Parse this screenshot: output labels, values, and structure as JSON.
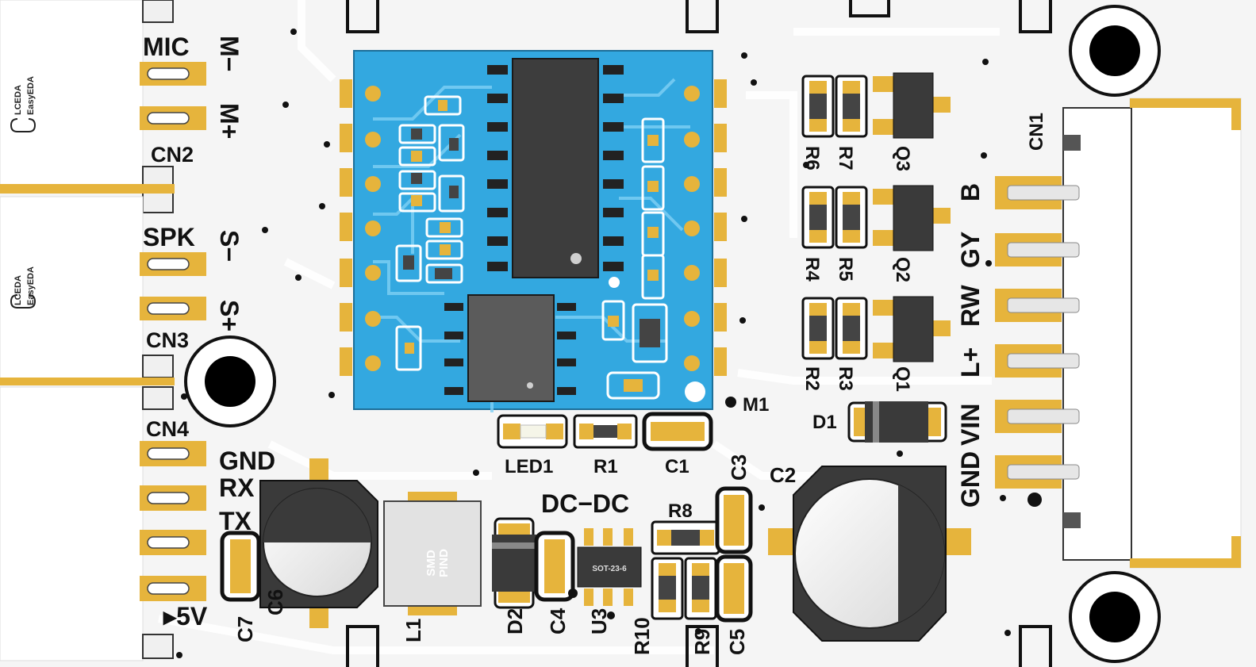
{
  "brand": {
    "line1": "LCEDA",
    "line2": "EasyEDA"
  },
  "connectors": {
    "cn1": "CN1",
    "cn2": "CN2",
    "cn3": "CN3",
    "cn4": "CN4",
    "cn1_pins": [
      "B",
      "GY",
      "RW",
      "L+",
      "VIN",
      "GND"
    ],
    "mic_label": "MIC",
    "mic_pins": [
      "M−",
      "M+"
    ],
    "spk_label": "SPK",
    "spk_pins": [
      "S−",
      "S+"
    ],
    "cn4_pins": [
      "GND",
      "RX",
      "TX"
    ],
    "power_label": "▸5V"
  },
  "components": {
    "led1": "LED1",
    "r1": "R1",
    "c1": "C1",
    "m1": "M1",
    "c2": "C2",
    "c3": "C3",
    "c4": "C4",
    "c5": "C5",
    "c6": "C6",
    "c7": "C7",
    "r2": "R2",
    "r3": "R3",
    "r4": "R4",
    "r5": "R5",
    "r6": "R6",
    "r7": "R7",
    "r8": "R8",
    "r9": "R9",
    "r10": "R10",
    "q1": "Q1",
    "q2": "Q2",
    "q3": "Q3",
    "d1": "D1",
    "d2": "D2",
    "l1": "L1",
    "u3": "U3",
    "dcdc": "DC−DC",
    "inductor_text": [
      "SMD",
      "PIND"
    ],
    "ic_package": "SOT-23-6"
  },
  "colors": {
    "board": "#f4f4f4",
    "trace": "#ffffff",
    "pad": "#e6b43c",
    "silk": "#111111",
    "module": "#33a8e0",
    "chip": "#3a3a3a"
  }
}
